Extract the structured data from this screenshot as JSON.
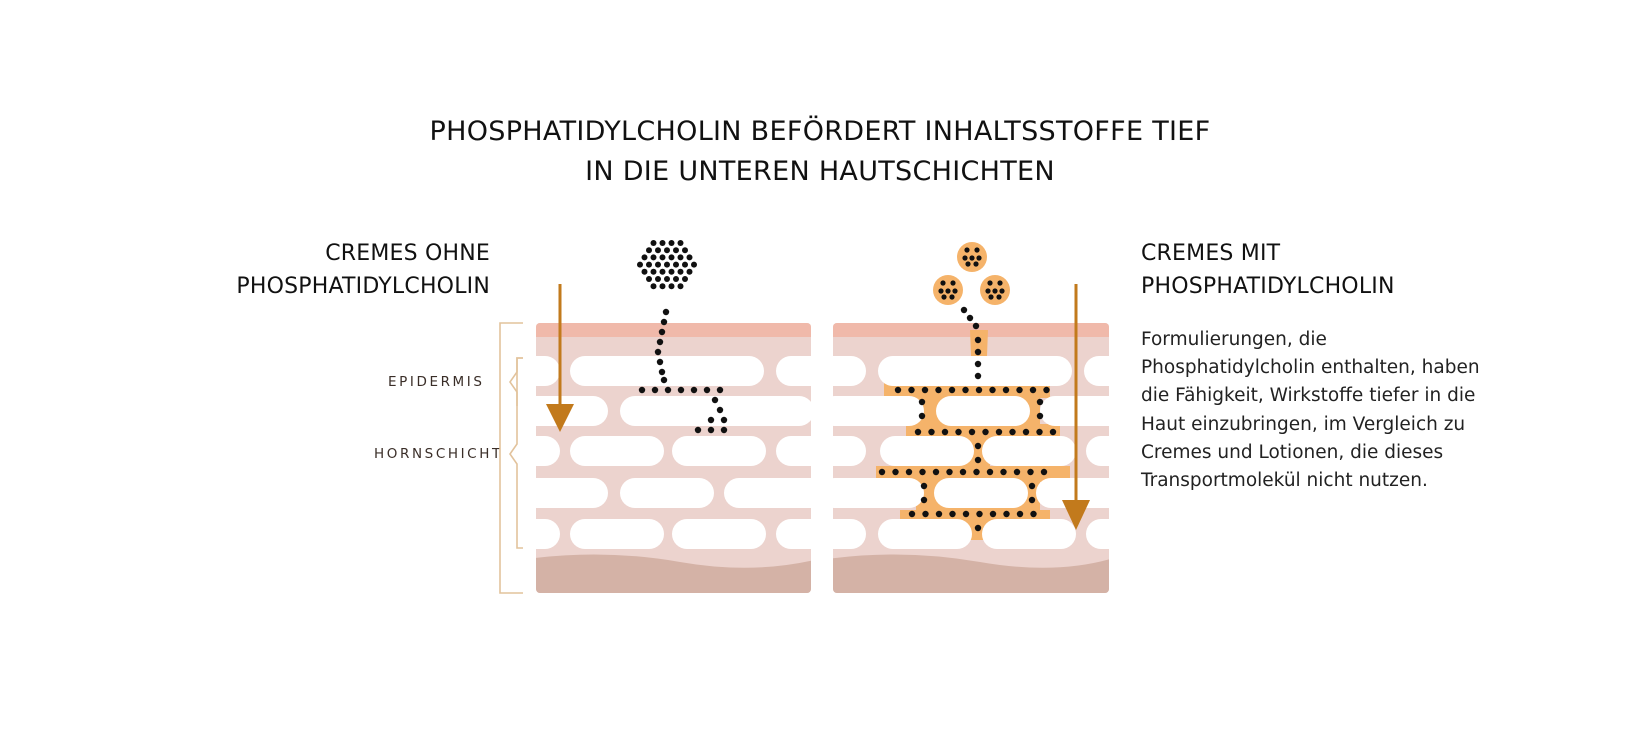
{
  "title": {
    "line1": "PHOSPHATIDYLCHOLIN BEFÖRDERT INHALTSSTOFFE TIEF",
    "line2": "IN DIE UNTEREN HAUTSCHICHTEN"
  },
  "left_panel": {
    "heading_line1": "CREMES OHNE",
    "heading_line2": "PHOSPHATIDYLCHOLIN"
  },
  "right_panel": {
    "heading_line1": "CREMES MIT",
    "heading_line2": "PHOSPHATIDYLCHOLIN",
    "description": "Formulierungen, die Phosphatidylcholin enthalten, haben die Fähigkeit, Wirkstoffe tiefer in die Haut einzubringen, im Vergleich zu Cremes und Lotionen, die dieses Transportmolekül nicht nutzen."
  },
  "layer_labels": {
    "epidermis": "EPIDERMIS",
    "hornschicht": "HORNSCHICHT"
  },
  "colors": {
    "skin_fill": "#ecd3ce",
    "skin_top": "#f0b9aa",
    "skin_bottom": "#d4b2a6",
    "cell": "#ffffff",
    "arrow": "#c27a1c",
    "carrier": "#f5b36a",
    "dot": "#111111",
    "bracket": "#e2c39c"
  }
}
